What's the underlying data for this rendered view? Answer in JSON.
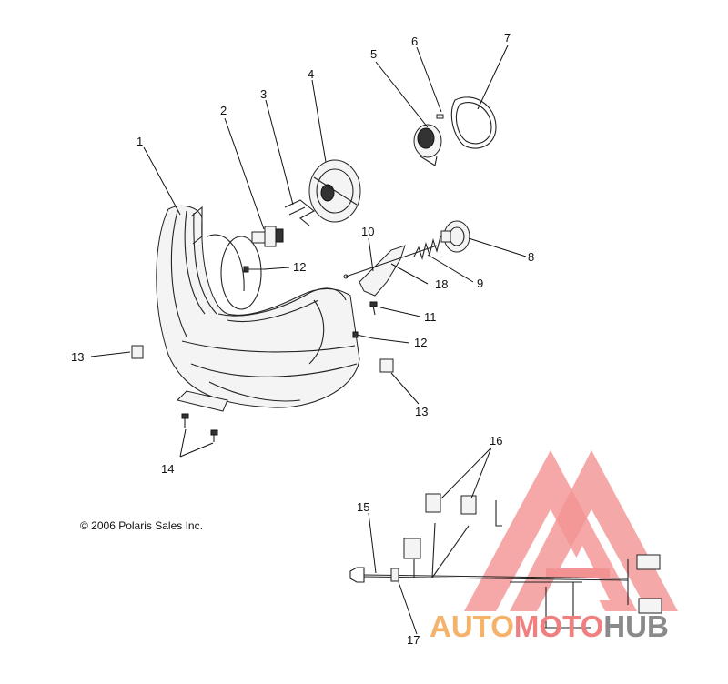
{
  "copyright": "© 2006 Polaris Sales Inc.",
  "watermark": {
    "part1": "AUTO",
    "part2": "MOTO",
    "part3": "HUB",
    "color_orange": "#f5b26b",
    "color_red": "#f08080",
    "color_gray": "#8a8a8a"
  },
  "callouts": [
    {
      "id": "c1",
      "label": "1"
    },
    {
      "id": "c2",
      "label": "2"
    },
    {
      "id": "c3",
      "label": "3"
    },
    {
      "id": "c4",
      "label": "4"
    },
    {
      "id": "c5",
      "label": "5"
    },
    {
      "id": "c6",
      "label": "6"
    },
    {
      "id": "c7",
      "label": "7"
    },
    {
      "id": "c8",
      "label": "8"
    },
    {
      "id": "c9",
      "label": "9"
    },
    {
      "id": "c10",
      "label": "10"
    },
    {
      "id": "c11",
      "label": "11"
    },
    {
      "id": "c12a",
      "label": "12"
    },
    {
      "id": "c12b",
      "label": "12"
    },
    {
      "id": "c13a",
      "label": "13"
    },
    {
      "id": "c13b",
      "label": "13"
    },
    {
      "id": "c14",
      "label": "14"
    },
    {
      "id": "c15",
      "label": "15"
    },
    {
      "id": "c16",
      "label": "16"
    },
    {
      "id": "c17",
      "label": "17"
    },
    {
      "id": "c18",
      "label": "18"
    }
  ]
}
